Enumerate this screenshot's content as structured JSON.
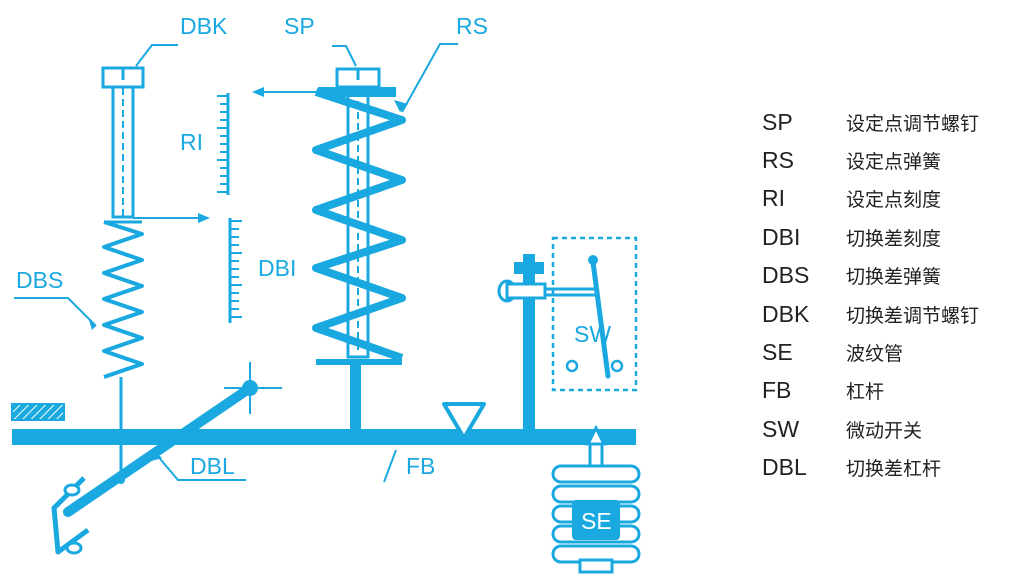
{
  "colors": {
    "accent": "#1aa8e0",
    "text": "#222222",
    "background": "#ffffff"
  },
  "labels": {
    "dbk": "DBK",
    "sp": "SP",
    "rs": "RS",
    "ri": "RI",
    "dbi": "DBI",
    "dbs": "DBS",
    "sw": "SW",
    "dbl": "DBL",
    "fb": "FB",
    "se": "SE"
  },
  "legend": [
    {
      "code": "SP",
      "desc": "设定点调节螺钉"
    },
    {
      "code": "RS",
      "desc": "设定点弹簧"
    },
    {
      "code": "RI",
      "desc": "设定点刻度"
    },
    {
      "code": "DBI",
      "desc": "切换差刻度"
    },
    {
      "code": "DBS",
      "desc": "切换差弹簧"
    },
    {
      "code": "DBK",
      "desc": "切换差调节螺钉"
    },
    {
      "code": "SE",
      "desc": "波纹管"
    },
    {
      "code": "FB",
      "desc": "杠杆"
    },
    {
      "code": "SW",
      "desc": "微动开关"
    },
    {
      "code": "DBL",
      "desc": "切换差杠杆"
    }
  ]
}
